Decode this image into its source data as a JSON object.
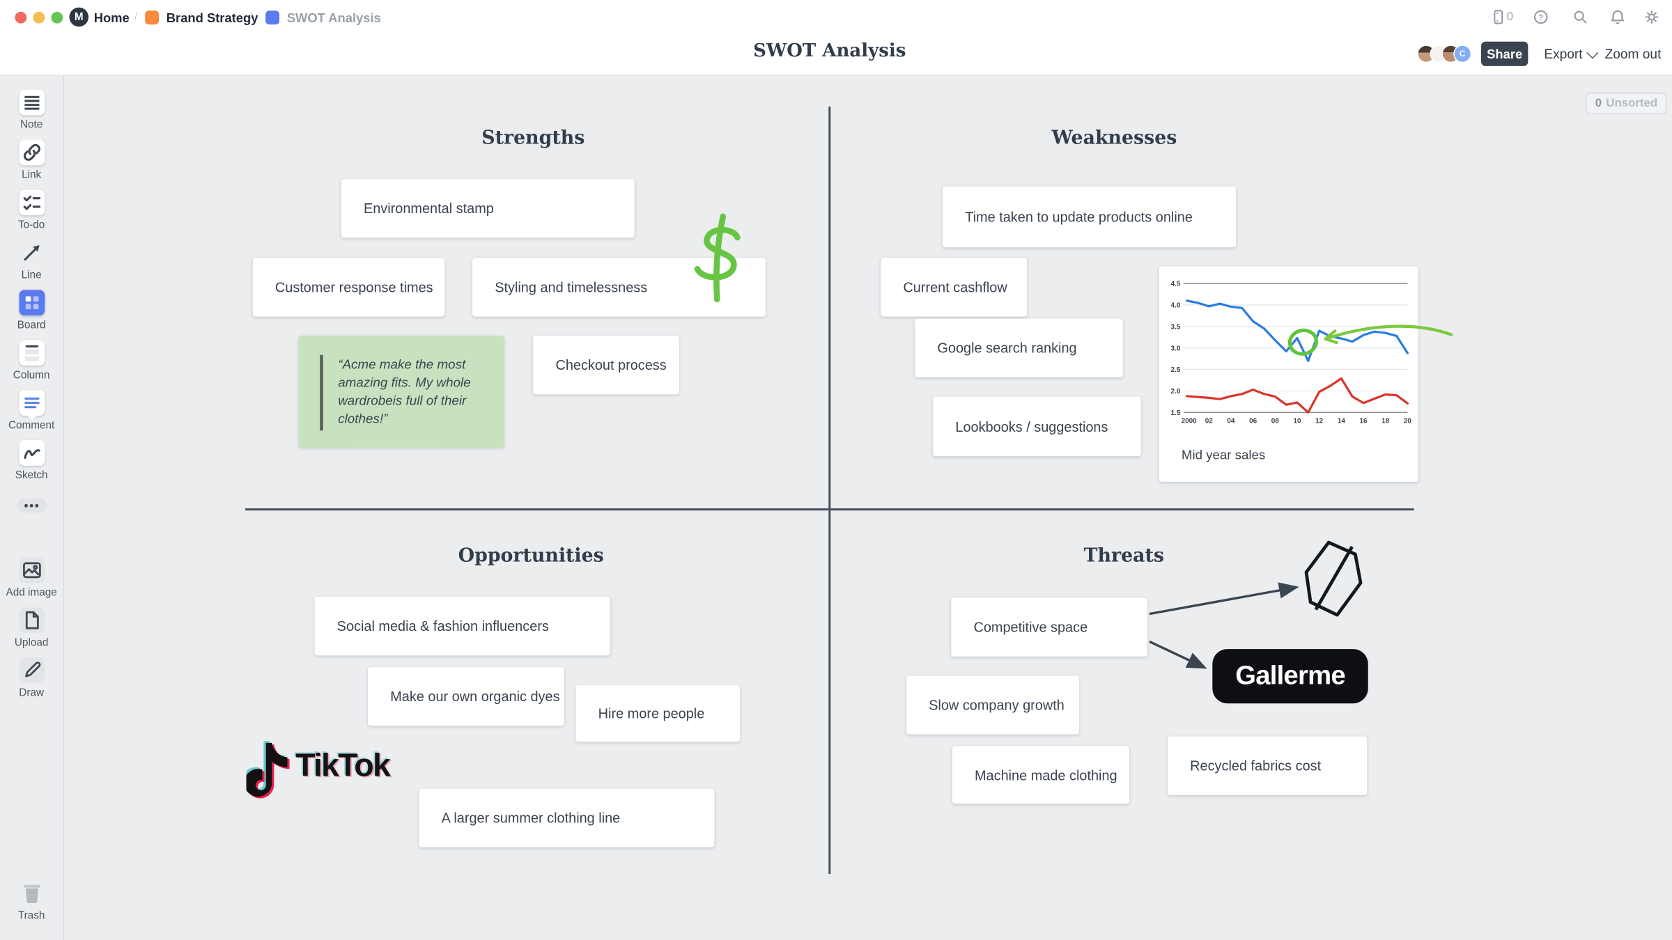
{
  "window": {
    "breadcrumb": [
      {
        "label": "Home"
      },
      {
        "label": "Brand Strategy"
      },
      {
        "label": "SWOT Analysis"
      }
    ],
    "home_logo_letter": "M"
  },
  "header": {
    "title": "SWOT Analysis",
    "share_label": "Share",
    "export_label": "Export",
    "zoom_out_label": "Zoom out",
    "phone_count": "0",
    "avatar_initial": "C"
  },
  "canvas": {
    "unsorted_count": "0",
    "unsorted_label": "Unsorted"
  },
  "sidebar": {
    "items": [
      {
        "label": "Note"
      },
      {
        "label": "Link"
      },
      {
        "label": "To-do"
      },
      {
        "label": "Line"
      },
      {
        "label": "Board"
      },
      {
        "label": "Column"
      },
      {
        "label": "Comment"
      },
      {
        "label": "Sketch"
      }
    ],
    "tools": [
      {
        "label": "Add image"
      },
      {
        "label": "Upload"
      },
      {
        "label": "Draw"
      }
    ],
    "trash_label": "Trash"
  },
  "quadrants": {
    "strengths": {
      "heading": "Strengths",
      "cards": {
        "environmental": "Environmental stamp",
        "response": "Customer response times",
        "styling": "Styling and timelessness",
        "checkout": "Checkout process"
      },
      "quote": "“Acme make the most amazing fits. My whole wardrobeis full of their clothes!”"
    },
    "weaknesses": {
      "heading": "Weaknesses",
      "cards": {
        "time": "Time taken to update products online",
        "cashflow": "Current cashflow",
        "google": "Google search ranking",
        "lookbooks": "Lookbooks / suggestions"
      },
      "chart_caption": "Mid year sales"
    },
    "opportunities": {
      "heading": "Opportunities",
      "cards": {
        "social": "Social media & fashion influencers",
        "dyes": "Make our own organic dyes",
        "hire": "Hire more people",
        "summer": "A larger summer clothing line"
      },
      "tiktok_wordmark": "TikTok"
    },
    "threats": {
      "heading": "Threats",
      "cards": {
        "competitive": "Competitive space",
        "slow": "Slow company growth",
        "machine": "Machine made clothing",
        "recycled": "Recycled fabrics cost"
      },
      "gallerme_wordmark": "Gallerme"
    }
  },
  "chart_data": {
    "type": "line",
    "title": "Mid year sales",
    "x": [
      2000,
      2001,
      2002,
      2003,
      2004,
      2005,
      2006,
      2007,
      2008,
      2009,
      2010,
      2011,
      2012,
      2013,
      2014,
      2015,
      2016,
      2017,
      2018,
      2019,
      2020
    ],
    "x_tick_labels": [
      "2000",
      "02",
      "04",
      "06",
      "08",
      "10",
      "12",
      "14",
      "16",
      "18",
      "20"
    ],
    "y_ticks": [
      4.5,
      4.0,
      3.5,
      3.0,
      2.5,
      2.0,
      1.5
    ],
    "ylim": [
      1.5,
      4.5
    ],
    "grid": true,
    "legend": "none",
    "series": [
      {
        "name": "blue",
        "color": "#2a7ce0",
        "values": [
          4.1,
          4.05,
          3.97,
          4.03,
          3.96,
          3.93,
          3.62,
          3.45,
          3.18,
          2.92,
          3.23,
          2.7,
          3.4,
          3.27,
          3.22,
          3.15,
          3.3,
          3.38,
          3.35,
          3.28,
          2.88
        ]
      },
      {
        "name": "red",
        "color": "#d9352b",
        "values": [
          1.88,
          1.86,
          1.84,
          1.81,
          1.88,
          1.93,
          2.03,
          1.93,
          1.87,
          1.68,
          1.73,
          1.5,
          1.98,
          2.12,
          2.29,
          1.87,
          1.72,
          1.82,
          1.92,
          1.9,
          1.71
        ]
      }
    ],
    "annotation": "hand-drawn green circle around the 2011 dip with a curved green arrow pointing to it"
  }
}
